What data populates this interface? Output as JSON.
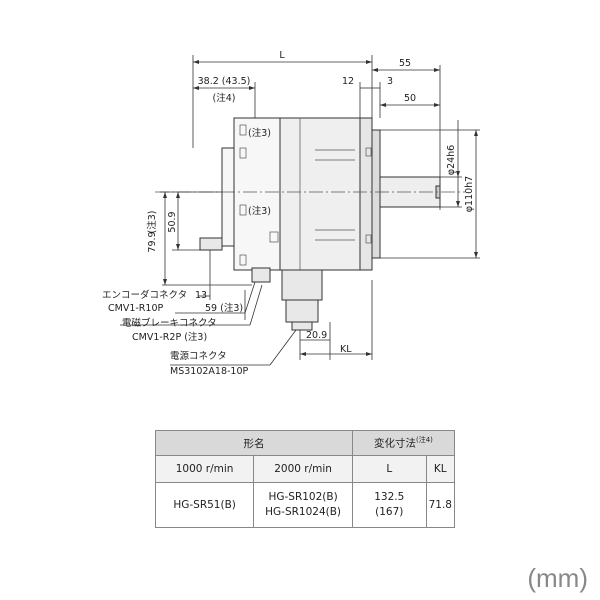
{
  "dimensions": {
    "L": "L",
    "d55": "55",
    "d38": "38.2 (43.5)",
    "note4": "(注4)",
    "d12": "12",
    "d3": "3",
    "d50": "50",
    "note3_top": "(注3)",
    "note3_mid": "(注3)",
    "phi24": "φ24h6",
    "phi110": "φ110h7",
    "note3_left": "(注3)",
    "d509": "50.9",
    "d799": "79.9",
    "d13": "13",
    "d59": "59 (注3)",
    "d209": "20.9",
    "KL": "KL"
  },
  "labels": {
    "encoder_title": "エンコーダコネクタ",
    "encoder_part": "CMV1-R10P",
    "brake_title": "電磁ブレーキコネクタ",
    "brake_part": "CMV1-R2P (注3)",
    "power_title": "電源コネクタ",
    "power_part": "MS3102A18-10P"
  },
  "table": {
    "col_model": "形名",
    "col_var": "変化寸法",
    "col_var_note": "(注4)",
    "sub_1000": "1000 r/min",
    "sub_2000": "2000 r/min",
    "sub_L": "L",
    "sub_KL": "KL",
    "row_1000": "HG-SR51(B)",
    "row_2000_a": "HG-SR102(B)",
    "row_2000_b": "HG-SR1024(B)",
    "row_L_a": "132.5",
    "row_L_b": "(167)",
    "row_KL": "71.8"
  },
  "unit": "(mm)"
}
